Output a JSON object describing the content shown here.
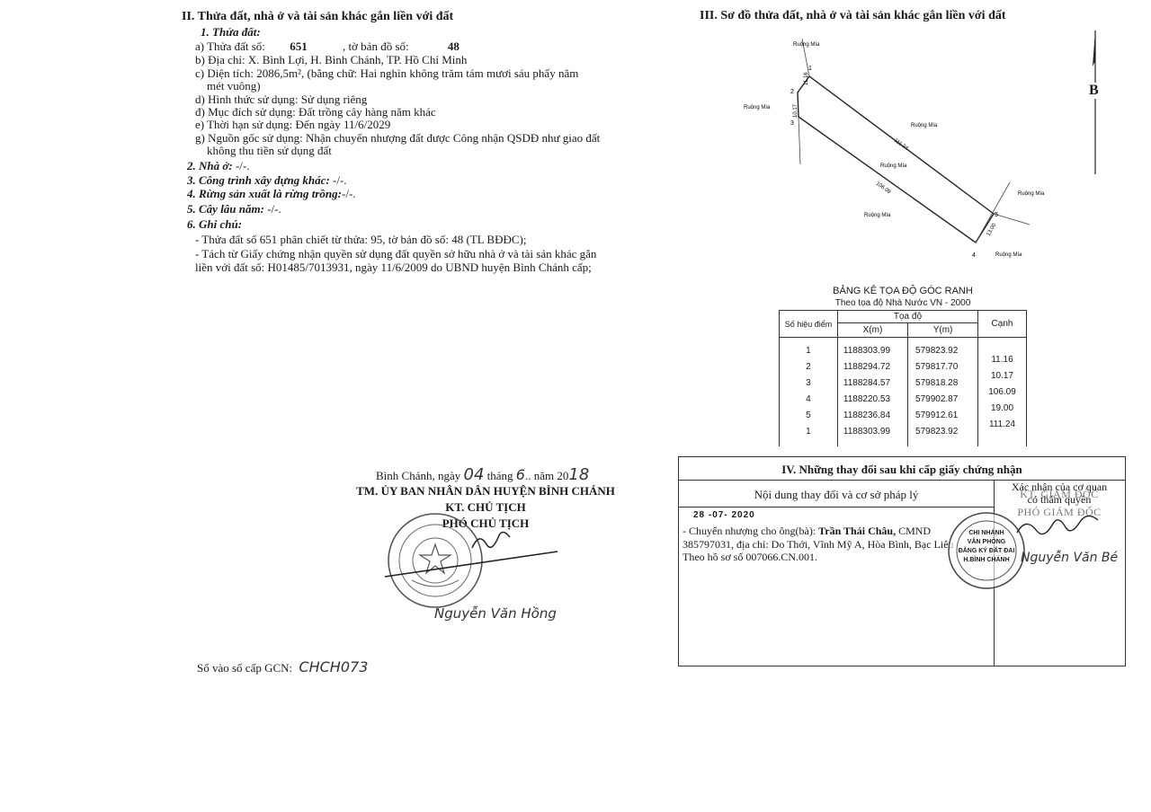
{
  "left": {
    "section_title": "II. Thửa đất, nhà ở và tài sản khác gắn liền với đất",
    "land_heading": "1. Thửa đất:",
    "a_label": "a) Thửa đất số:",
    "a_parcel": "651",
    "a_map_label": ", tờ bản đồ số:",
    "a_map": "48",
    "b": "b) Địa chỉ:  X. Bình Lợi, H. Bình Chánh, TP. Hồ Chí Minh",
    "c1": "c) Diện tích:          2086,5m², (bằng chữ: Hai nghìn không trăm tám mươi sáu phẩy năm",
    "c2": "mét vuông)",
    "d": "d) Hình thức sử dụng:   Sử dụng riêng",
    "dd": "đ) Mục đích sử dụng:  Đất trồng cây hàng năm khác",
    "e": "e) Thời hạn sử dụng:  Đến ngày 11/6/2029",
    "g1": "g) Nguồn gốc sử dụng:  Nhận chuyển nhượng đất được Công nhận QSDĐ như giao đất",
    "g2": "không thu tiền sử dụng đất",
    "house_label": "2. Nhà ở:",
    "house_value": " -/-.",
    "building_label": "3. Công trình xây dựng khác:",
    "building_value": " -/-.",
    "forest_label": "4. Rừng sản xuất là rừng trồng:",
    "forest_value": "-/-.",
    "perennial_label": "5. Cây lâu năm:",
    "perennial_value": " -/-.",
    "notes_label": "6. Ghi chú:",
    "note1": "- Thửa đất số 651 phân chiết từ thửa: 95, tờ bản đồ số: 48 (TL BĐĐC);",
    "note2": "- Tách từ Giấy chứng nhận quyền sử dụng đất quyền sở hữu nhà ở và tài sản khác gắn",
    "note3": "liền với đất số: H01485/7013931, ngày 11/6/2009 do UBND huyện Bình Chánh cấp;",
    "date_line": "Bình Chánh, ngày",
    "date_day": "04",
    "date_month_label": "tháng",
    "date_month": "6",
    "date_year_label": "năm 20",
    "date_year": "18",
    "committee": "TM. ỦY BAN NHÂN DÂN HUYỆN BÌNH CHÁNH",
    "on_behalf": "KT. CHỦ TỊCH",
    "vice_chair": "PHÓ CHỦ TỊCH",
    "signer": "Nguyễn Văn Hồng",
    "registry_label": "Số vào sổ cấp GCN:",
    "registry_value": "CHCH073"
  },
  "diagram": {
    "section_title": "III. Sơ đồ thửa đất, nhà ở và tài sản khác gắn liền với đất",
    "north_label": "B",
    "field_label": "Ruộng Mía",
    "points": [
      "1",
      "2",
      "3",
      "4",
      "5"
    ],
    "edges": [
      "11.16",
      "10.17",
      "106.09",
      "13.00",
      "111.24"
    ]
  },
  "coord_table": {
    "title": "BẢNG KÊ TỌA ĐỘ GÓC RANH",
    "subtitle": "Theo tọa độ Nhà Nước VN - 2000",
    "col_point": "Số hiệu điểm",
    "col_coords": "Tọa độ",
    "col_x": "X(m)",
    "col_y": "Y(m)",
    "col_edge": "Cạnh",
    "points": [
      "1",
      "2",
      "3",
      "4",
      "5",
      "1"
    ],
    "x": [
      "1188303.99",
      "1188294.72",
      "1188284.57",
      "1188220.53",
      "1188236.84",
      "1188303.99"
    ],
    "y": [
      "579823.92",
      "579817.70",
      "579818.28",
      "579902.87",
      "579912.61",
      "579823.92"
    ],
    "edges": [
      "11.16",
      "10.17",
      "106.09",
      "19.00",
      "111.24"
    ]
  },
  "changes": {
    "title": "IV. Những thay đổi sau khi cấp giấy chứng nhận",
    "col_content": "Nội dung thay đổi và cơ sở pháp lý",
    "col_confirm1": "Xác nhận của cơ quan",
    "col_confirm2": "có thẩm quyền",
    "stamp_date": "28 -07- 2020",
    "entry1_prefix": "- Chuyển nhượng cho ông(bà):",
    "entry1_name": "Trần Thái Châu,",
    "entry1_suffix": " CMND",
    "entry2": "385797031, địa chỉ: Do Thới, Vĩnh Mỹ A, Hòa Bình, Bạc Liêu",
    "entry3": "Theo hồ sơ số 007066.CN.001.",
    "kt_director": "KT. GIÁM ĐỐC",
    "deputy_director": "PHÓ GIÁM ĐỐC",
    "deputy_signer": "Nguyễn Văn Bé",
    "stamp_lines": [
      "CHI NHÁNH",
      "VĂN PHÒNG",
      "ĐĂNG KÝ ĐẤT ĐAI",
      "H.BÌNH CHÁNH"
    ]
  }
}
